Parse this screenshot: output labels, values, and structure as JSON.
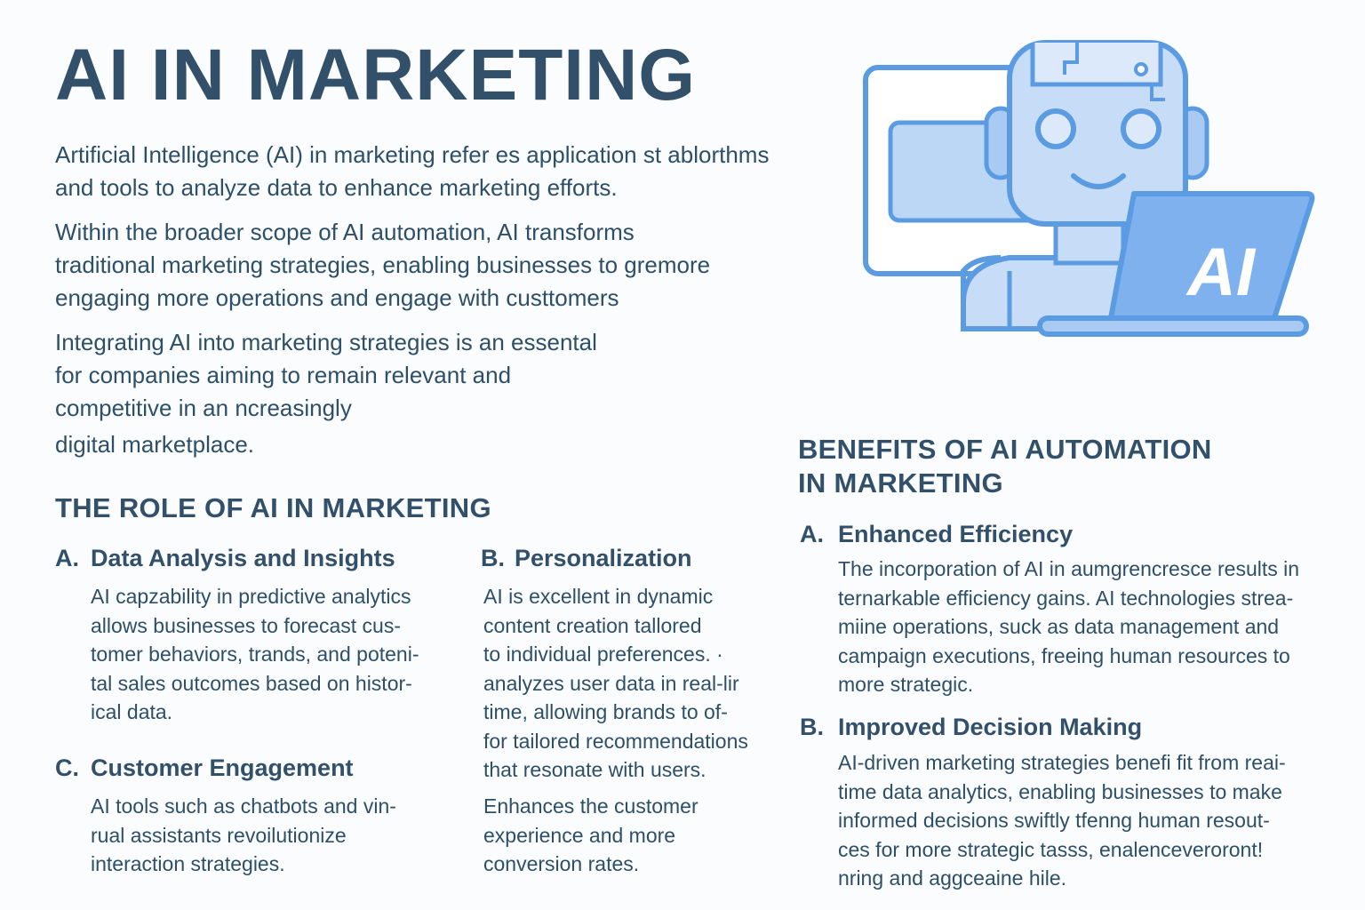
{
  "header": {
    "title": "AI IN MARKETING"
  },
  "intro": {
    "paragraph_1": [
      "Artificial Intelligence (AI) in marketing refer es application st ablorthms",
      "and tools to analyze data to enhance marketing efforts."
    ],
    "paragraph_2": [
      "Within the broader scope of AI automation, AI transforms",
      "traditional marketing strategies, enabling businesses to gremore",
      "engaging more operations and engage with custtomers"
    ],
    "paragraph_3": [
      "Integrating AI into marketing strategies is an essental",
      "for companies aiming to remain relevant and",
      "competitive in an ncreasingly",
      "digital marketplace."
    ]
  },
  "illustration": {
    "icon": "robot-with-laptop-icon",
    "laptop_label": "AI",
    "colors": {
      "stroke": "#5b9be2",
      "fill_light": "#c7ddf7",
      "fill_mid": "#a9cbf3",
      "fill_strong": "#7fb1ee"
    }
  },
  "role_section": {
    "heading": "THE ROLE OF AI IN MARKETING",
    "items": [
      {
        "marker": "A.",
        "title": "Data Analysis and Insights",
        "lines": [
          "AI capzability in predictive analytics",
          "allows businesses to forecast cus-",
          "tomer behaviors, trands, and poteni-",
          "tal sales outcomes based on histor-",
          "ical data."
        ]
      },
      {
        "marker": "B.",
        "title": "Personalization",
        "lines": [
          "AI is excellent in dynamic",
          "content creation tallored",
          "to individual preferences. ·",
          "analyzes user data in real-lir",
          "time, allowing brands to of-",
          "for tailored recommendations",
          "that resonate with users."
        ],
        "extra_lines": [
          "Enhances the customer",
          "experience and more",
          "conversion rates."
        ]
      },
      {
        "marker": "C.",
        "title": "Customer Engagement",
        "lines": [
          "AI tools such as chatbots and vin-",
          "rual assistants revoilutionize",
          "interaction strategies."
        ]
      }
    ]
  },
  "benefits_section": {
    "heading": [
      "BENEFITS OF AI AUTOMATION",
      "IN MARKETING"
    ],
    "items": [
      {
        "marker": "A.",
        "title": "Enhanced Efficiency",
        "lines": [
          "The incorporation of AI in aumgrencresce results in",
          "ternarkable efficiency gains. AI technologies strea-",
          "miine operations, suck as data management and",
          "campaign executions, freeing human resources to",
          "more strategic."
        ]
      },
      {
        "marker": "B.",
        "title": "Improved Decision Making",
        "lines": [
          "AI-driven marketing strategies benefi fit from reai-",
          "time data analytics, enabling businesses to make",
          "informed decisions swiftly tfenng human resout-",
          "ces for more strategic tasss, enalenceveroront!",
          "nring and aggceaine hile."
        ]
      }
    ]
  }
}
